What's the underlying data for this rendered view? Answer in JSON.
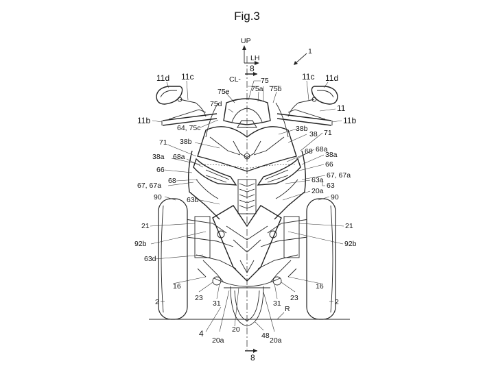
{
  "figure": {
    "title": "Fig.3",
    "direction_up": "UP",
    "direction_lh": "LH",
    "center_line": "CL-",
    "section_mark": "8",
    "assembly_ref": "1",
    "ground_ref": "R"
  },
  "labels": {
    "l_11d_left": "11d",
    "l_11c_left": "11c",
    "l_11b_left": "11b",
    "l_11d_right": "11d",
    "l_11c_right": "11c",
    "l_11": "11",
    "l_11b_right": "11b",
    "l_75": "75",
    "l_75a": "75a",
    "l_75b": "75b",
    "l_75e": "75e",
    "l_75d": "75d",
    "l_64_75c": "64, 75c",
    "l_38b_left": "38b",
    "l_38b_right": "38b",
    "l_38_right": "38",
    "l_71_right": "71",
    "l_71_left": "71",
    "l_38a_left": "38a",
    "l_68a_left": "68a",
    "l_68_right": "68",
    "l_68a_right": "68a",
    "l_38a_right": "38a",
    "l_66_left": "66",
    "l_66_right": "66",
    "l_68_left": "68",
    "l_67_67a_left": "67, 67a",
    "l_67_67a_right": "67, 67a",
    "l_63a": "63a",
    "l_63": "63",
    "l_20a_top": "20a",
    "l_90_left": "90",
    "l_90_right": "90",
    "l_63b": "63b",
    "l_21_left": "21",
    "l_21_right": "21",
    "l_92b_left": "92b",
    "l_92b_right": "92b",
    "l_63d": "63d",
    "l_16_left": "16",
    "l_16_right": "16",
    "l_23_left": "23",
    "l_23_right": "23",
    "l_2_left": "2",
    "l_2_right": "2",
    "l_31_left": "31",
    "l_31_right": "31",
    "l_4": "4",
    "l_20": "20",
    "l_48": "48",
    "l_20a_left": "20a",
    "l_20a_right": "20a"
  }
}
